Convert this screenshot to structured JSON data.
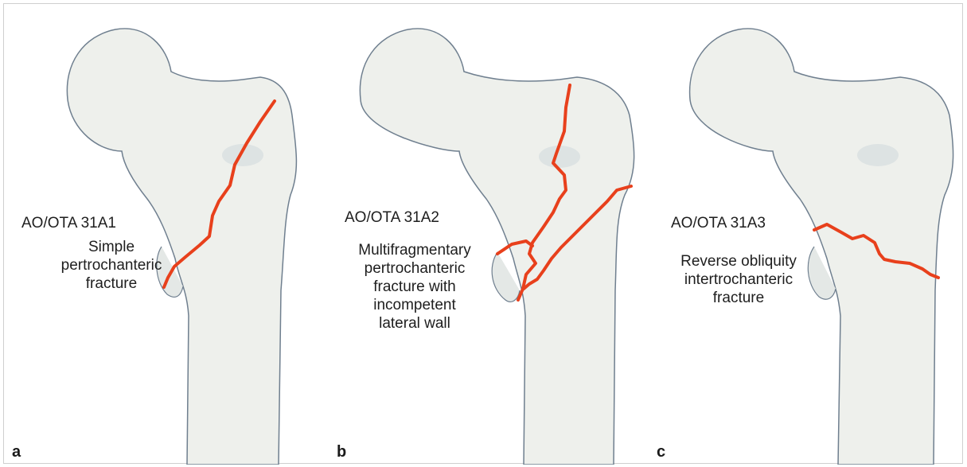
{
  "colors": {
    "bone_fill": "#eef0ec",
    "bone_shadow": "#d6dde0",
    "bone_outline": "#6f7f8f",
    "fracture": "#e8401c"
  },
  "panels": [
    {
      "letter": "a",
      "code": "AO/OTA 31A1",
      "description": [
        "Simple",
        "pertrochanteric",
        "fracture"
      ]
    },
    {
      "letter": "b",
      "code": "AO/OTA 31A2",
      "description": [
        "Multifragmentary",
        "pertrochanteric",
        "fracture with",
        "incompetent",
        "lateral wall"
      ]
    },
    {
      "letter": "c",
      "code": "AO/OTA 31A3",
      "description": [
        "Reverse obliquity",
        "intertrochanteric",
        "fracture"
      ]
    }
  ]
}
